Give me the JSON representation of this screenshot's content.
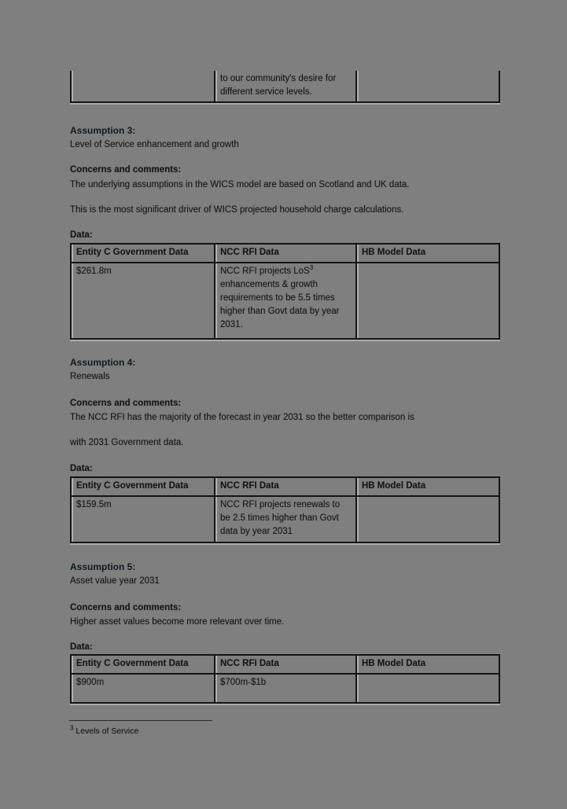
{
  "page": {
    "background": "#7f7f7f",
    "accent_blue": "#46b1e1",
    "text_color": "#161616"
  },
  "carryover_table": {
    "cells": {
      "gov": "",
      "ncc": "to our community's desire for different service levels.",
      "hb": ""
    }
  },
  "labels": {
    "concerns": "Concerns and comments:",
    "data": "Data:"
  },
  "table_headers": [
    "Entity C Government Data",
    "NCC RFI Data",
    "HB Model Data"
  ],
  "assumption3": {
    "heading": "Assumption 3:",
    "subtitle": "Level of Service enhancement and growth",
    "para1": "The underlying assumptions in the WICS model are based on Scotland and UK data.",
    "para2": "This is the most significant driver of WICS projected household charge calculations.",
    "row": {
      "gov": "$261.8m",
      "ncc_pre": "NCC RFI projects LoS",
      "ncc_sup": "3",
      "ncc_post": " enhancements & growth requirements to be 5.5 times higher than Govt data by year 2031.",
      "hb": ""
    }
  },
  "assumption4": {
    "heading": "Assumption 4:",
    "subtitle": "Renewals",
    "para1": "The NCC RFI has the majority of the forecast in year 2031 so the better comparison is",
    "para2": "with 2031 Government data.",
    "row": {
      "gov": "$159.5m",
      "ncc": "NCC RFI projects renewals to be 2.5 times higher than Govt data by year 2031",
      "hb": ""
    }
  },
  "assumption5": {
    "heading": "Assumption 5:",
    "subtitle": "Asset value year 2031",
    "para1": "Higher asset values become more relevant over time.",
    "row": {
      "gov": "$900m",
      "ncc": "$700m-$1b",
      "hb": ""
    }
  },
  "footnote": {
    "marker": "3",
    "text": " Levels of Service"
  }
}
